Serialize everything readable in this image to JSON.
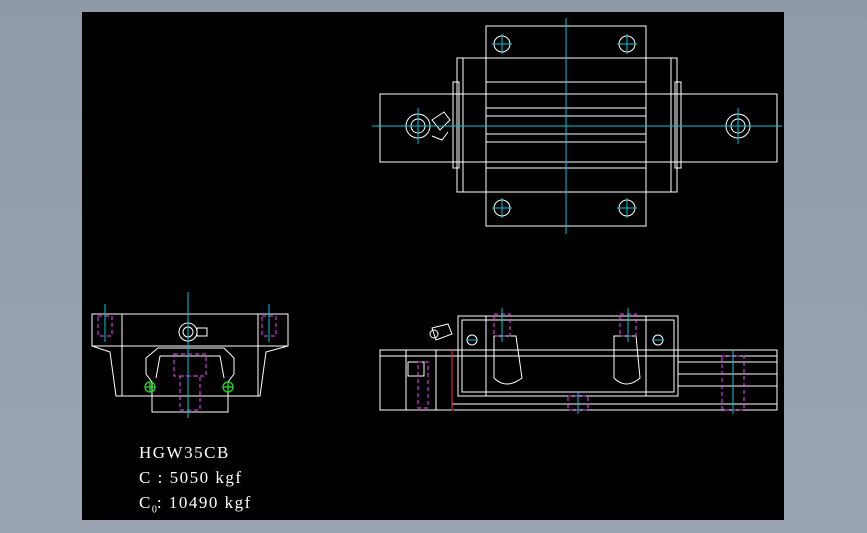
{
  "drawing": {
    "model": "HGW35CB",
    "dynamic_load_label": "C",
    "dynamic_load_value": ": 5050 kgf",
    "static_load_label": "C",
    "static_load_subscript": "0",
    "static_load_value": ": 10490 kgf"
  },
  "colors": {
    "background": "#000000",
    "outline": "#ffffff",
    "centerline": "#00c8d8",
    "hidden_line": "#ff40ff",
    "grease_nipple": "#ff3030",
    "ball_marker": "#22dd22"
  }
}
